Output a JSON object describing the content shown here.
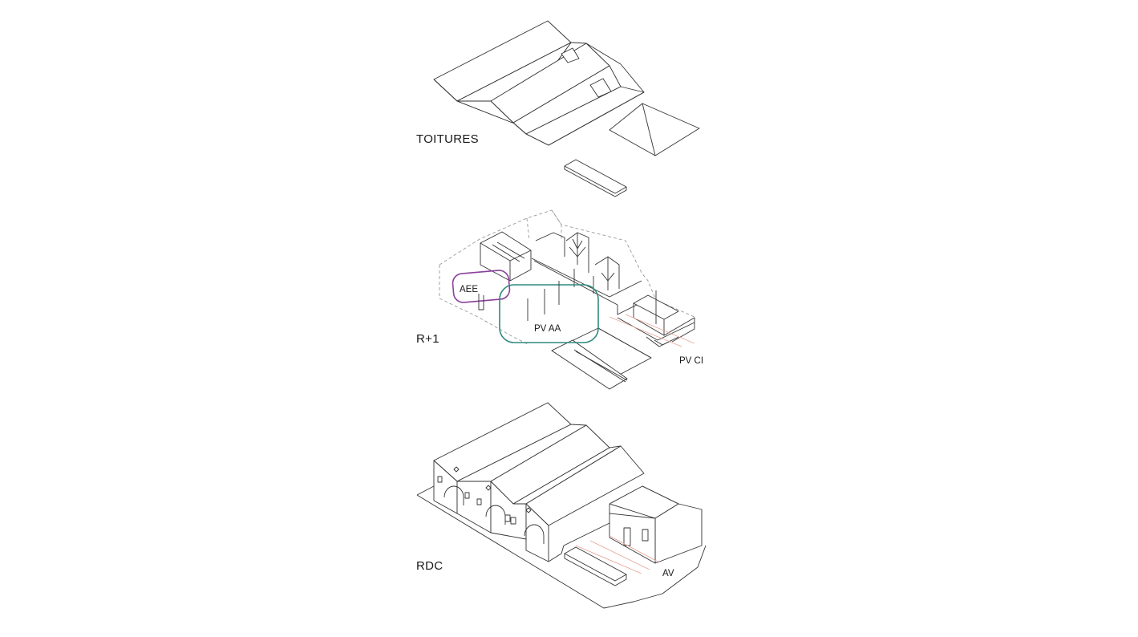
{
  "levels": {
    "toitures": "TOITURES",
    "r1": "R+1",
    "rdc": "RDC"
  },
  "zones": {
    "aee": "AEE",
    "pv_aa": "PV AA",
    "pv_ci": "PV CI",
    "av": "AV"
  },
  "colors": {
    "aee_outline": "#8a3f9a",
    "pv_aa_outline": "#2f8a7e",
    "access_path": "#e8a89c",
    "linework": "#333333"
  }
}
